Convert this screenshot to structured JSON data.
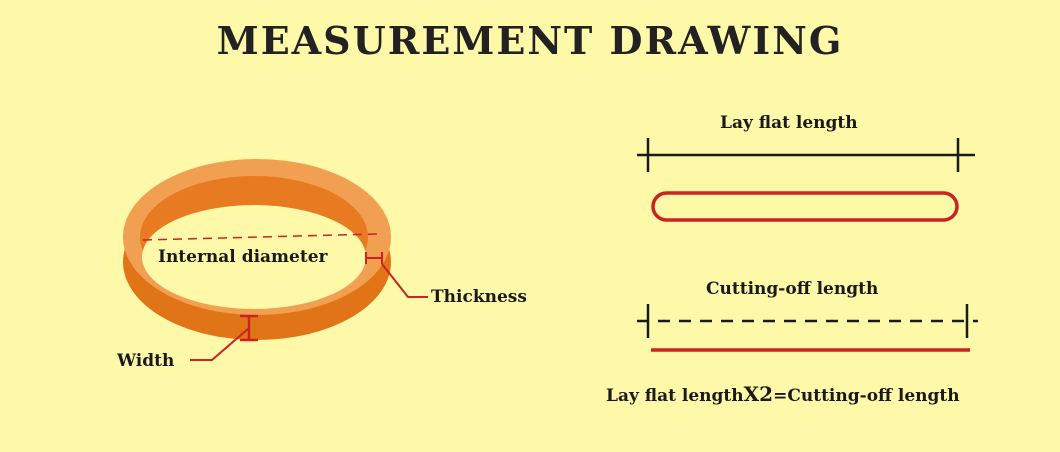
{
  "title": "MEASUREMENT DRAWING",
  "ring": {
    "internal_label": "Internal diameter",
    "thickness_label": "Thickness",
    "width_label": "Width",
    "colors": {
      "outer": "#e87a22",
      "top": "#f0a050",
      "accent": "#cc2222"
    }
  },
  "right": {
    "lay_flat_label": "Lay flat length",
    "cutting_label": "Cutting-off length",
    "formula": {
      "part1": "Lay flat length",
      "part2": "X2",
      "part3": "=Cutting-off length"
    }
  }
}
